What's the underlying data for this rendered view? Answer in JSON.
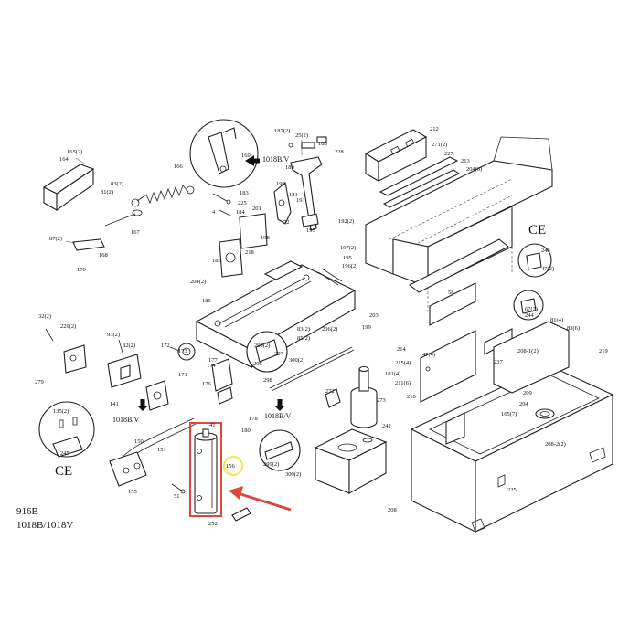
{
  "model_labels": {
    "line1": "916B",
    "line2": "1018B/1018V"
  },
  "section_labels": {
    "ce_right": "CE",
    "ce_left": "CE",
    "arrow_top": "1018B/V",
    "arrow_left": "1018B/V",
    "arrow_mid": "1018B/V"
  },
  "highlight": {
    "part": "156",
    "box_color": "#e0463c",
    "circle_color": "#ece94a",
    "arrow_color": "#e0463c"
  },
  "parts": {
    "p165": "165(2)",
    "p164": "164",
    "p83": "83(2)",
    "p81": "81(2)",
    "p166": "166",
    "p167": "167",
    "p87": "87(2)",
    "p168": "168",
    "p170": "170",
    "p169": "169",
    "p183": "183",
    "p225": "225",
    "p184": "184",
    "p4": "4",
    "p187": "187(2)",
    "p25": "25(2)",
    "p188": "188",
    "p189": "189",
    "p190": "190",
    "p181": "181",
    "p72": "72",
    "p191": "191",
    "p193": "193",
    "p192": "192(2)",
    "p212": "212",
    "p228": "228",
    "p271": "271(2)",
    "p227": "227",
    "p213": "213",
    "p204": "204(6)",
    "p197": "197(2)",
    "p201": "201",
    "p195": "195",
    "p196": "196(2)",
    "p198": "198",
    "p185": "185",
    "p218": "218",
    "p204b": "204(2)",
    "p186": "186",
    "p243": "243",
    "p47": "47(2)",
    "p244": "244",
    "p67": "67(2)",
    "p81b": "81(4)",
    "p83b": "83(6)",
    "p219": "219",
    "p58": "58",
    "p32": "32(2)",
    "p229": "229(2)",
    "p93": "93(2)",
    "p82": "82(2)",
    "p172": "172",
    "p173": "173",
    "p171": "171",
    "p299": "299(2)",
    "p297": "297",
    "p296": "296",
    "p300": "300(2)",
    "p298": "298",
    "p174": "174",
    "p177": "177",
    "p176": "176",
    "p83c": "83(2)",
    "p85": "85(2)",
    "p206": "206(2)",
    "p199": "199",
    "p203": "203",
    "p214": "214",
    "p215": "215(4)",
    "p181b": "181(4)",
    "p211": "211(6)",
    "p47b": "47(4)",
    "p208": "208-1(2)",
    "p237": "237",
    "p210": "210",
    "p209": "209",
    "p204c": "204",
    "p165b": "165(7)",
    "p279": "279",
    "p135": "135(2)",
    "p245": "245",
    "p141": "141",
    "p150": "150",
    "p151": "151",
    "p155": "155",
    "p41": "41",
    "p178": "178",
    "p180": "180",
    "p156": "156",
    "p272": "272",
    "p273": "273",
    "p242": "242",
    "p51": "51",
    "p252": "252",
    "p208b": "208-2(2)",
    "p225b": "225",
    "p208c": "208"
  }
}
